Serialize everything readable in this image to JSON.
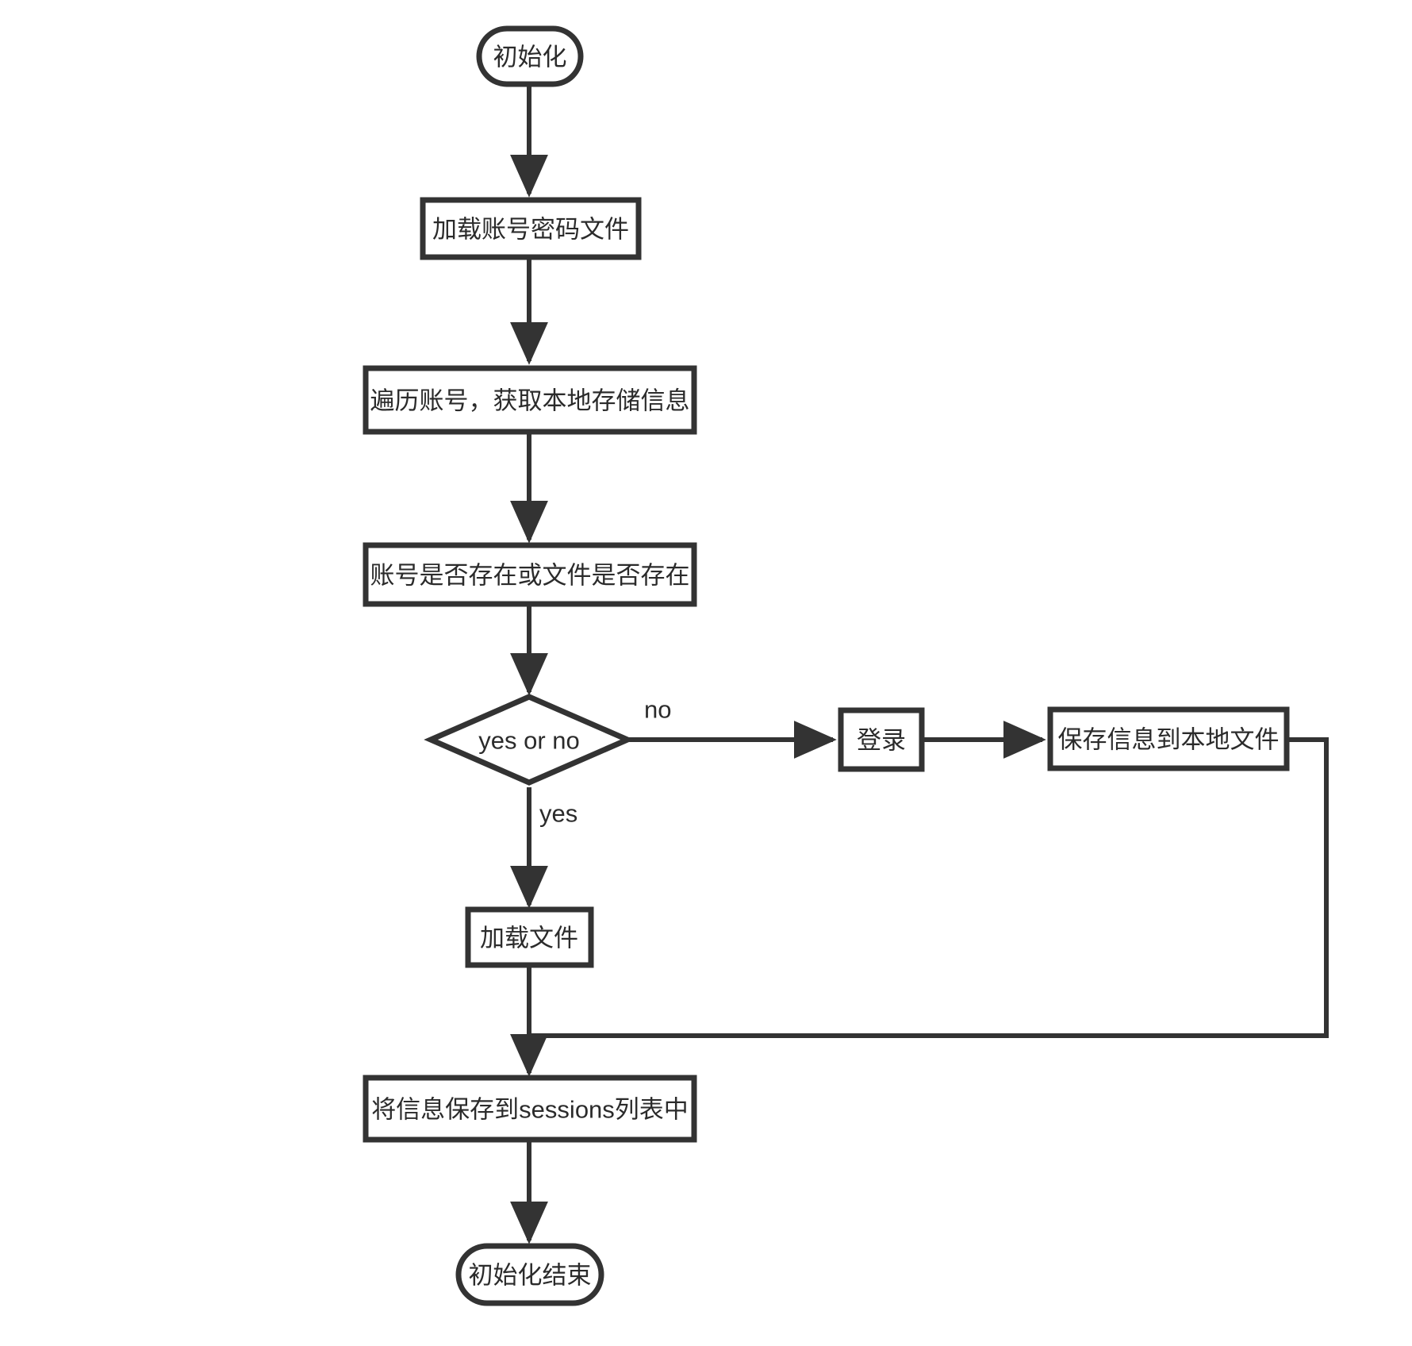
{
  "diagram": {
    "type": "flowchart",
    "orientation": "top-to-bottom",
    "background_color": "#ffffff",
    "stroke_color": "#333333",
    "text_color": "#2b2b2b",
    "nodes": [
      {
        "id": "start",
        "shape": "terminator",
        "label": "初始化"
      },
      {
        "id": "load_creds",
        "shape": "process",
        "label": "加载账号密码文件"
      },
      {
        "id": "iterate",
        "shape": "process",
        "label": "遍历账号，获取本地存储信息"
      },
      {
        "id": "check",
        "shape": "process",
        "label": "账号是否存在或文件是否存在"
      },
      {
        "id": "decision",
        "shape": "decision",
        "label": "yes or no"
      },
      {
        "id": "login",
        "shape": "process",
        "label": "登录"
      },
      {
        "id": "save_local",
        "shape": "process",
        "label": "保存信息到本地文件"
      },
      {
        "id": "load_file",
        "shape": "process",
        "label": "加载文件"
      },
      {
        "id": "sessions",
        "shape": "process",
        "label": "将信息保存到sessions列表中"
      },
      {
        "id": "end",
        "shape": "terminator",
        "label": "初始化结束"
      }
    ],
    "edges": [
      {
        "from": "start",
        "to": "load_creds",
        "label": ""
      },
      {
        "from": "load_creds",
        "to": "iterate",
        "label": ""
      },
      {
        "from": "iterate",
        "to": "check",
        "label": ""
      },
      {
        "from": "check",
        "to": "decision",
        "label": ""
      },
      {
        "from": "decision",
        "to": "login",
        "label": "no"
      },
      {
        "from": "decision",
        "to": "load_file",
        "label": "yes"
      },
      {
        "from": "login",
        "to": "save_local",
        "label": ""
      },
      {
        "from": "save_local",
        "to": "sessions",
        "label": ""
      },
      {
        "from": "load_file",
        "to": "sessions",
        "label": ""
      },
      {
        "from": "sessions",
        "to": "end",
        "label": ""
      }
    ],
    "edge_labels": {
      "no": "no",
      "yes": "yes"
    }
  }
}
